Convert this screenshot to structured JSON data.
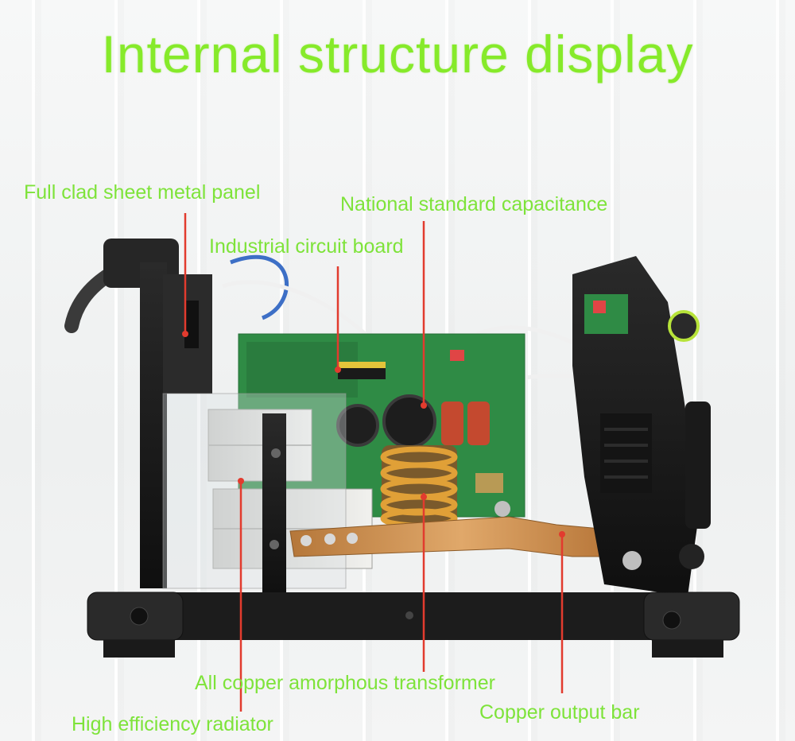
{
  "title": "Internal structure display",
  "labels": {
    "panel": "Full clad sheet metal panel",
    "capacitance": "National standard capacitance",
    "circuit": "Industrial circuit board",
    "transformer": "All copper amorphous transformer",
    "radiator": "High efficiency radiator",
    "copper_bar": "Copper output bar"
  },
  "colors": {
    "label_text": "#7ee33a",
    "leader_line": "#e23b2e",
    "frame": "#1c1c1c",
    "pcb": "#2f8b45",
    "copper": "#c6893f"
  }
}
